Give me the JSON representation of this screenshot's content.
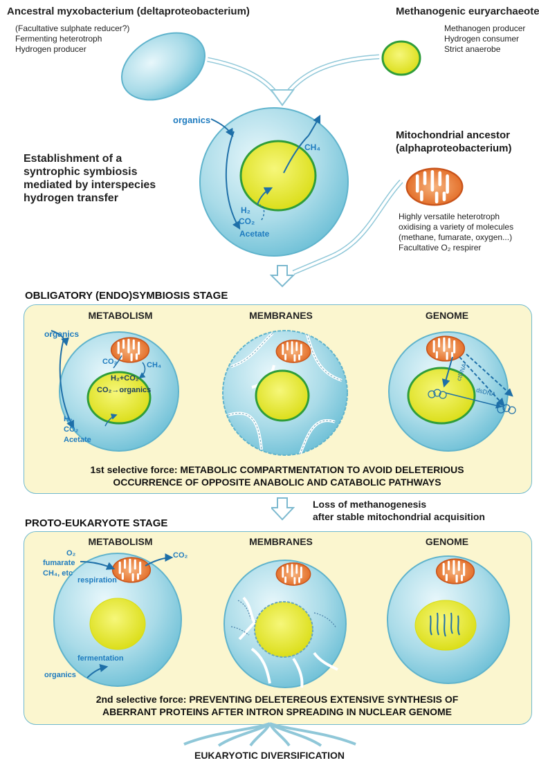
{
  "top": {
    "myxo_title": "Ancestral myxobacterium (deltaproteobacterium)",
    "myxo_traits": [
      "(Facultative sulphate reducer?)",
      "Fermenting heterotroph",
      "Hydrogen producer"
    ],
    "archaea_title": "Methanogenic euryarchaeote",
    "archaea_traits": [
      "Methanogen producer",
      "Hydrogen consumer",
      "Strict anaerobe"
    ],
    "syntrophy_lines": [
      "Establishment of a",
      "syntrophic symbiosis",
      "mediated by interspecies",
      "hydrogen transfer"
    ],
    "mito_title_lines": [
      "Mitochondrial ancestor",
      "(alphaproteobacterium)"
    ],
    "mito_traits": [
      "Highly versatile heterotroph",
      "oxidising a variety of molecules",
      "(methane, fumarate, oxygen...)",
      "Facultative O₂ respirer"
    ],
    "cell_labels": {
      "organics": "organics",
      "ch4": "CH₄",
      "h2": "H₂",
      "co2": "CO₂",
      "acetate": "Acetate"
    }
  },
  "stage1": {
    "title": "OBLIGATORY (ENDO)SYMBIOSIS STAGE",
    "col_metabolism": "METABOLISM",
    "col_membranes": "MEMBRANES",
    "col_genome": "GENOME",
    "met_labels": {
      "organics": "organics",
      "co2_top": "CO₂",
      "ch4": "CH₄",
      "h2co2": "H₂+CO₂",
      "co2_organics": "CO₂→organics",
      "h2": "H₂",
      "co2": "CO₂",
      "acetate": "Acetate"
    },
    "genome_labels": {
      "gene_transfer": "ctDNA",
      "dna": "dsDNA"
    },
    "force_lines": [
      "1st selective force: METABOLIC COMPARTMENTATION TO AVOID DELETERIOUS",
      "OCCURRENCE OF OPPOSITE ANABOLIC AND CATABOLIC PATHWAYS"
    ]
  },
  "transition": {
    "lines": [
      "Loss of methanogenesis",
      "after stable mitochondrial acquisition"
    ]
  },
  "stage2": {
    "title": "PROTO-EUKARYOTE STAGE",
    "col_metabolism": "METABOLISM",
    "col_membranes": "MEMBRANES",
    "col_genome": "GENOME",
    "met_labels": {
      "o2": "O₂",
      "fumarate": "fumarate",
      "ch4etc": "CH₄, etc",
      "respiration": "respiration",
      "co2": "CO₂",
      "fermentation": "fermentation",
      "organics": "organics"
    },
    "force_lines": [
      "2nd selective force: PREVENTING DELETEREOUS EXTENSIVE SYNTHESIS OF",
      "ABERRANT PROTEINS AFTER INTRON SPREADING IN NUCLEAR GENOME"
    ]
  },
  "bottom": {
    "label": "EUKARYOTIC DIVERSIFICATION"
  },
  "colors": {
    "cell_fill": "#a9dbe8",
    "cell_edge": "#5fb3cc",
    "nucleus_fill": "#e3e52a",
    "nucleus_edge": "#2f9d3a",
    "mito_fill": "#e8742a",
    "panel_fill": "#fbf6cf",
    "label_blue": "#1e7bbf"
  }
}
